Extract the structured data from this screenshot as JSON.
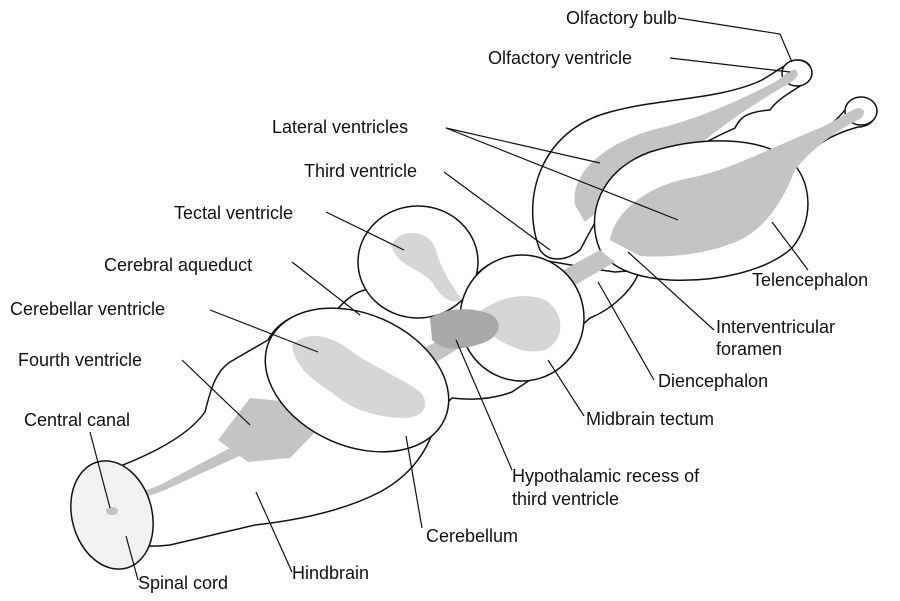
{
  "labels": {
    "olfactory_bulb": "Olfactory bulb",
    "olfactory_ventricle": "Olfactory ventricle",
    "lateral_ventricles": "Lateral ventricles",
    "third_ventricle": "Third ventricle",
    "tectal_ventricle": "Tectal ventricle",
    "cerebral_aqueduct": "Cerebral aqueduct",
    "cerebellar_ventricle": "Cerebellar ventricle",
    "fourth_ventricle": "Fourth ventricle",
    "central_canal": "Central canal",
    "spinal_cord": "Spinal cord",
    "hindbrain": "Hindbrain",
    "cerebellum": "Cerebellum",
    "hypothalamic_recess_line1": "Hypothalamic recess of",
    "hypothalamic_recess_line2": "third ventricle",
    "midbrain_tectum": "Midbrain tectum",
    "diencephalon": "Diencephalon",
    "interventricular_line1": "Interventricular",
    "interventricular_line2": "foramen",
    "telencephalon": "Telencephalon"
  },
  "colors": {
    "outline": "#111111",
    "ventricle": "#c4c4c4",
    "ventricle_dark": "#a9a9a9",
    "background": "#ffffff"
  }
}
